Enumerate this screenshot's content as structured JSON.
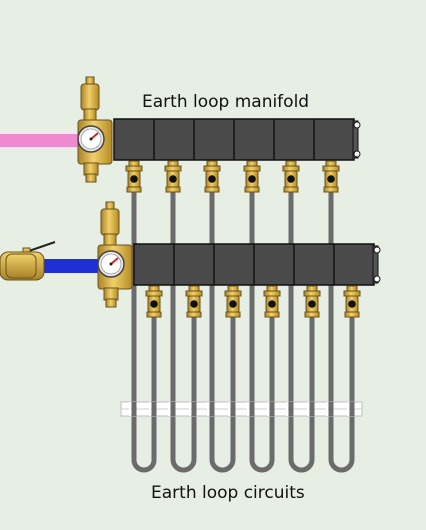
{
  "labels": {
    "manifold": "Earth loop manifold",
    "circuits": "Earth loop circuits"
  },
  "colors": {
    "background": "#e7efe4",
    "supply_pipe": "#f08ad0",
    "return_pipe": "#1e2fd6",
    "manifold_body": "#4a4a4a",
    "brass": "#d9b33b",
    "loop_pipe": "#6b6b6b",
    "ground_band": "#ffffff"
  },
  "manifold": {
    "upper_ports": 6,
    "lower_ports": 6,
    "circuit_loops": 6
  },
  "icons": [
    "gauge-icon",
    "air-vent-icon",
    "ball-valve-icon",
    "flow-meter-icon",
    "end-cap-icon"
  ]
}
